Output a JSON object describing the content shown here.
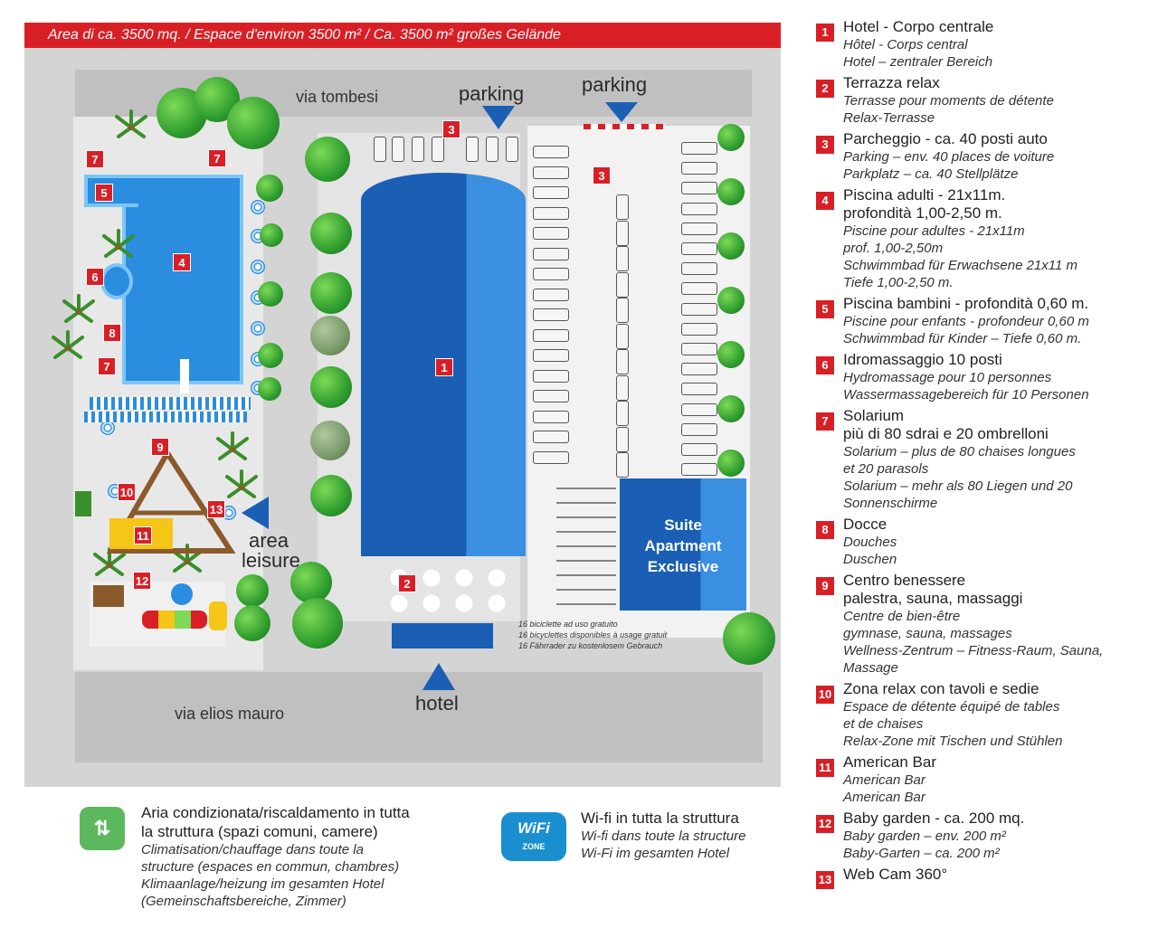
{
  "map": {
    "banner": "Area di ca. 3500 mq. / Espace d'environ 3500 m² / Ca. 3500 m² großes Gelände",
    "labels": {
      "via_tombesi": "via tombesi",
      "parking_1": "parking",
      "parking_2": "parking",
      "via_elios_mauro": "via elios mauro",
      "hotel": "hotel",
      "area_leisure_1": "area",
      "area_leisure_2": "leisure",
      "suite_1": "Suite",
      "suite_2": "Apartment",
      "suite_3": "Exclusive",
      "bike_1": "16 biciclette ad uso gratuito",
      "bike_2": "16 bicyclettes disponibles à usage gratuit",
      "bike_3": "16 Fährrader zu kostenlosem Gebrauch"
    },
    "markers": [
      "1",
      "2",
      "3",
      "3",
      "4",
      "5",
      "6",
      "7",
      "7",
      "7",
      "8",
      "9",
      "10",
      "11",
      "12",
      "13"
    ]
  },
  "legend": [
    {
      "num": "1",
      "title": "Hotel - Corpo centrale",
      "lines": [
        "Hôtel - Corps central",
        "Hotel – zentraler Bereich"
      ]
    },
    {
      "num": "2",
      "title": "Terrazza relax",
      "lines": [
        "Terrasse pour moments de détente",
        "Relax-Terrasse"
      ]
    },
    {
      "num": "3",
      "title": "Parcheggio - ca. 40 posti auto",
      "lines": [
        "Parking – env. 40 places de voiture",
        "Parkplatz – ca. 40 Stellplätze"
      ]
    },
    {
      "num": "4",
      "title": "Piscina adulti - 21x11m.",
      "title2": "profondità 1,00-2,50 m.",
      "lines": [
        "Piscine pour adultes - 21x11m",
        "prof. 1,00-2,50m",
        "Schwimmbad für Erwachsene 21x11 m",
        "Tiefe 1,00-2,50 m."
      ]
    },
    {
      "num": "5",
      "title": "Piscina bambini - profondità 0,60 m.",
      "lines": [
        "Piscine pour enfants - profondeur 0,60 m",
        "Schwimmbad für Kinder – Tiefe 0,60 m."
      ]
    },
    {
      "num": "6",
      "title": "Idromassaggio 10 posti",
      "lines": [
        "Hydromassage pour 10 personnes",
        "Wassermassagebereich für 10 Personen"
      ]
    },
    {
      "num": "7",
      "title": "Solarium",
      "title2": "più di 80 sdrai e 20 ombrelloni",
      "lines": [
        "Solarium – plus de 80 chaises longues",
        "et 20 parasols",
        "Solarium – mehr als 80 Liegen und 20",
        "Sonnenschirme"
      ]
    },
    {
      "num": "8",
      "title": "Docce",
      "lines": [
        "Douches",
        "Duschen"
      ]
    },
    {
      "num": "9",
      "title": "Centro benessere",
      "title2": "palestra, sauna, massaggi",
      "lines": [
        "Centre de bien-être",
        "gymnase, sauna, massages",
        "Wellness-Zentrum – Fitness-Raum, Sauna,",
        "Massage"
      ]
    },
    {
      "num": "10",
      "title": "Zona relax con tavoli e sedie",
      "lines": [
        "Espace de détente équipé de tables",
        "et de chaises",
        "Relax-Zone mit Tischen und Stühlen"
      ]
    },
    {
      "num": "11",
      "title": "American Bar",
      "lines": [
        "American Bar",
        "American Bar"
      ]
    },
    {
      "num": "12",
      "title": "Baby garden - ca. 200 mq.",
      "lines": [
        "Baby garden – env. 200 m²",
        "Baby-Garten – ca. 200 m²"
      ]
    },
    {
      "num": "13",
      "title": "Web Cam 360°",
      "lines": []
    }
  ],
  "footer": {
    "ac_title_1": "Aria condizionata/riscaldamento in tutta",
    "ac_title_2": "la struttura (spazi comuni, camere)",
    "ac_lines": [
      "Climatisation/chauffage dans toute la",
      "structure (espaces en commun, chambres)",
      "Klimaanlage/heizung im gesamten Hotel",
      "(Gemeinschaftsbereiche, Zimmer)"
    ],
    "wifi_badge": "WiFi",
    "wifi_zone": "ZONE",
    "wifi_title": "Wi-fi  in tutta la struttura",
    "wifi_lines": [
      "Wi-fi dans toute la structure",
      "Wi-Fi im gesamten Hotel"
    ]
  },
  "colors": {
    "accent": "#d91f26",
    "pool": "#2b8de0",
    "building": "#1a5fb4",
    "green": "#2f9e2f"
  }
}
